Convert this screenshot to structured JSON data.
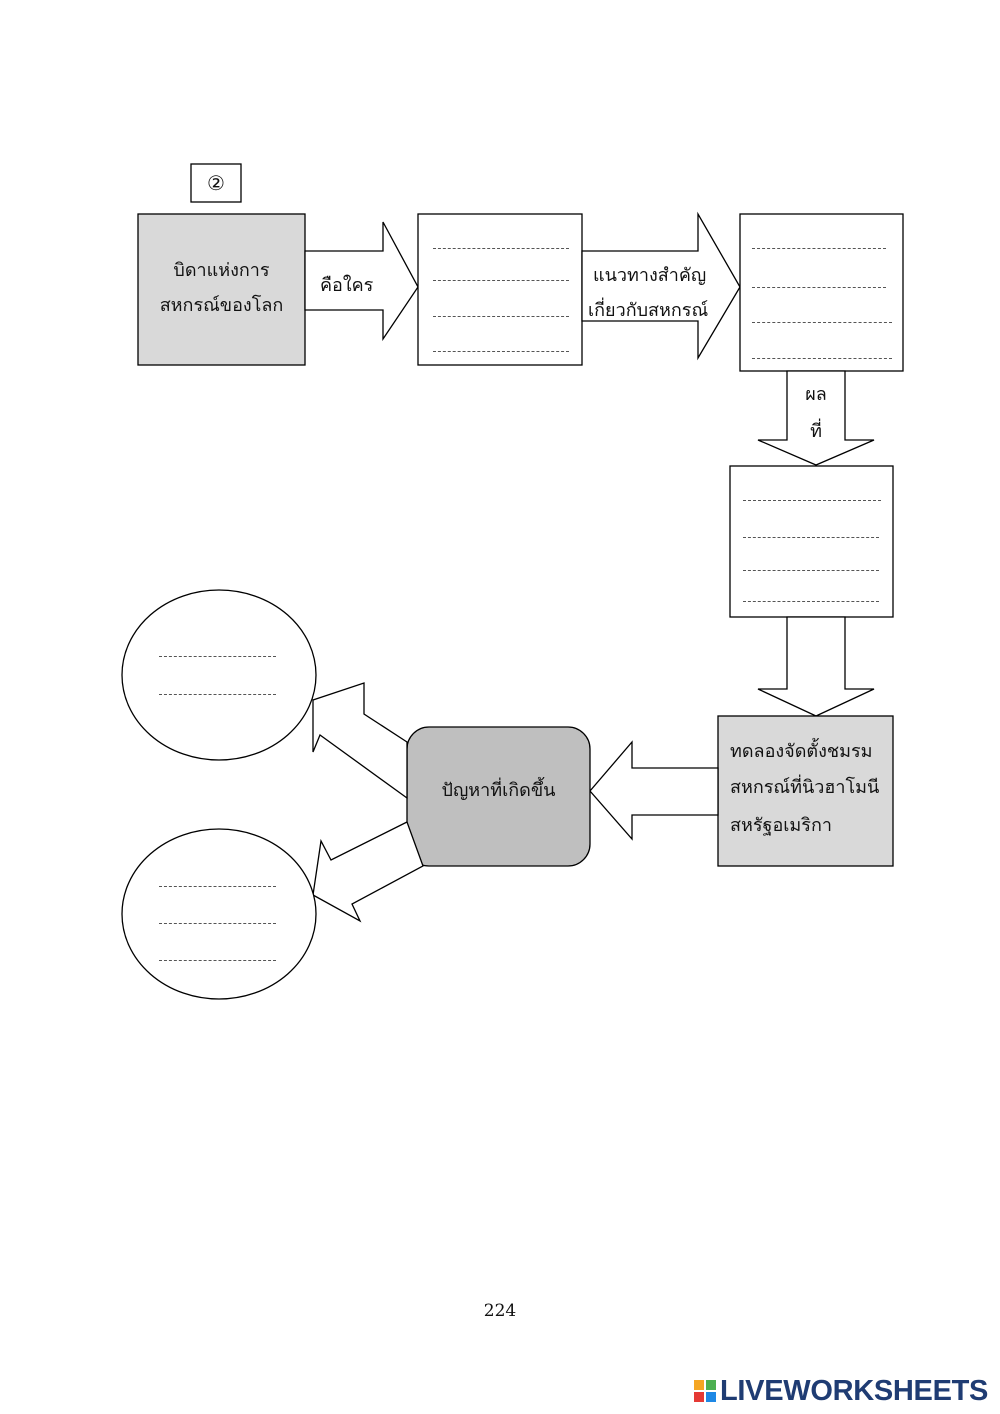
{
  "marker": "②",
  "boxes": {
    "father": {
      "line1": "บิดาแห่งการ",
      "line2": "สหกรณ์ของโลก"
    },
    "experiment": {
      "line1": "ทดลองจัดตั้งชมรม",
      "line2": "สหกรณ์ที่นิวฮาโมนี",
      "line3": "สหรัฐอเมริกา"
    },
    "problem": {
      "label": "ปัญหาที่เกิดขึ้น"
    }
  },
  "arrows": {
    "who": "คือใคร",
    "principle": {
      "line1": "แนวทางสำคัญ",
      "line2": "เกี่ยวกับสหกรณ์"
    },
    "result": {
      "line1": "ผล",
      "line2": "ที่"
    }
  },
  "page_number": "224",
  "logo": {
    "text": "LIVEWORKSHEETS",
    "colors": [
      "#f5a623",
      "#4caf50",
      "#e53935",
      "#1e88e5"
    ]
  }
}
